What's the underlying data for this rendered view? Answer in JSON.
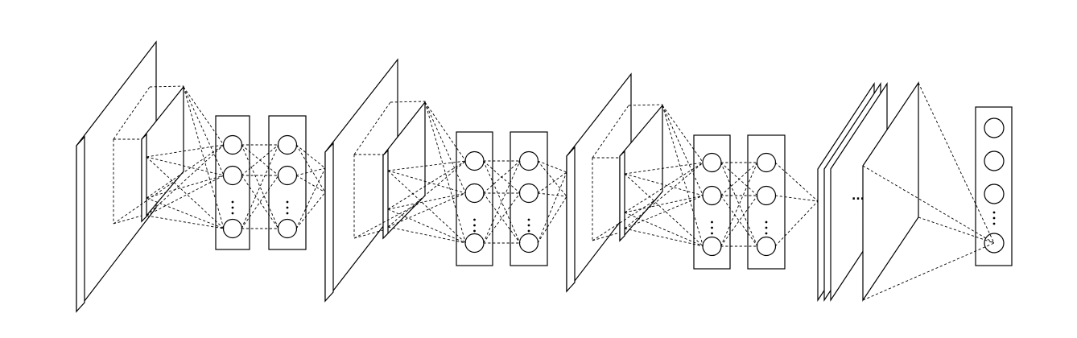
{
  "diagram": {
    "type": "convolutional-neural-network",
    "line_color": "#000000",
    "background": "#ffffff",
    "stages": [
      {
        "name": "stage-1",
        "layers": [
          "input-plane",
          "feature-map",
          "hidden-layer",
          "hidden-layer"
        ],
        "nodes_per_layer": 3
      },
      {
        "name": "stage-2",
        "layers": [
          "input-plane",
          "feature-map",
          "hidden-layer",
          "hidden-layer"
        ],
        "nodes_per_layer": 3
      },
      {
        "name": "stage-3",
        "layers": [
          "input-plane",
          "feature-map",
          "hidden-layer",
          "hidden-layer"
        ],
        "nodes_per_layer": 3
      }
    ],
    "tail": {
      "stacked_planes": 3,
      "final_plane": 1,
      "output_nodes": 4
    },
    "ellipsis_glyph": "..."
  }
}
